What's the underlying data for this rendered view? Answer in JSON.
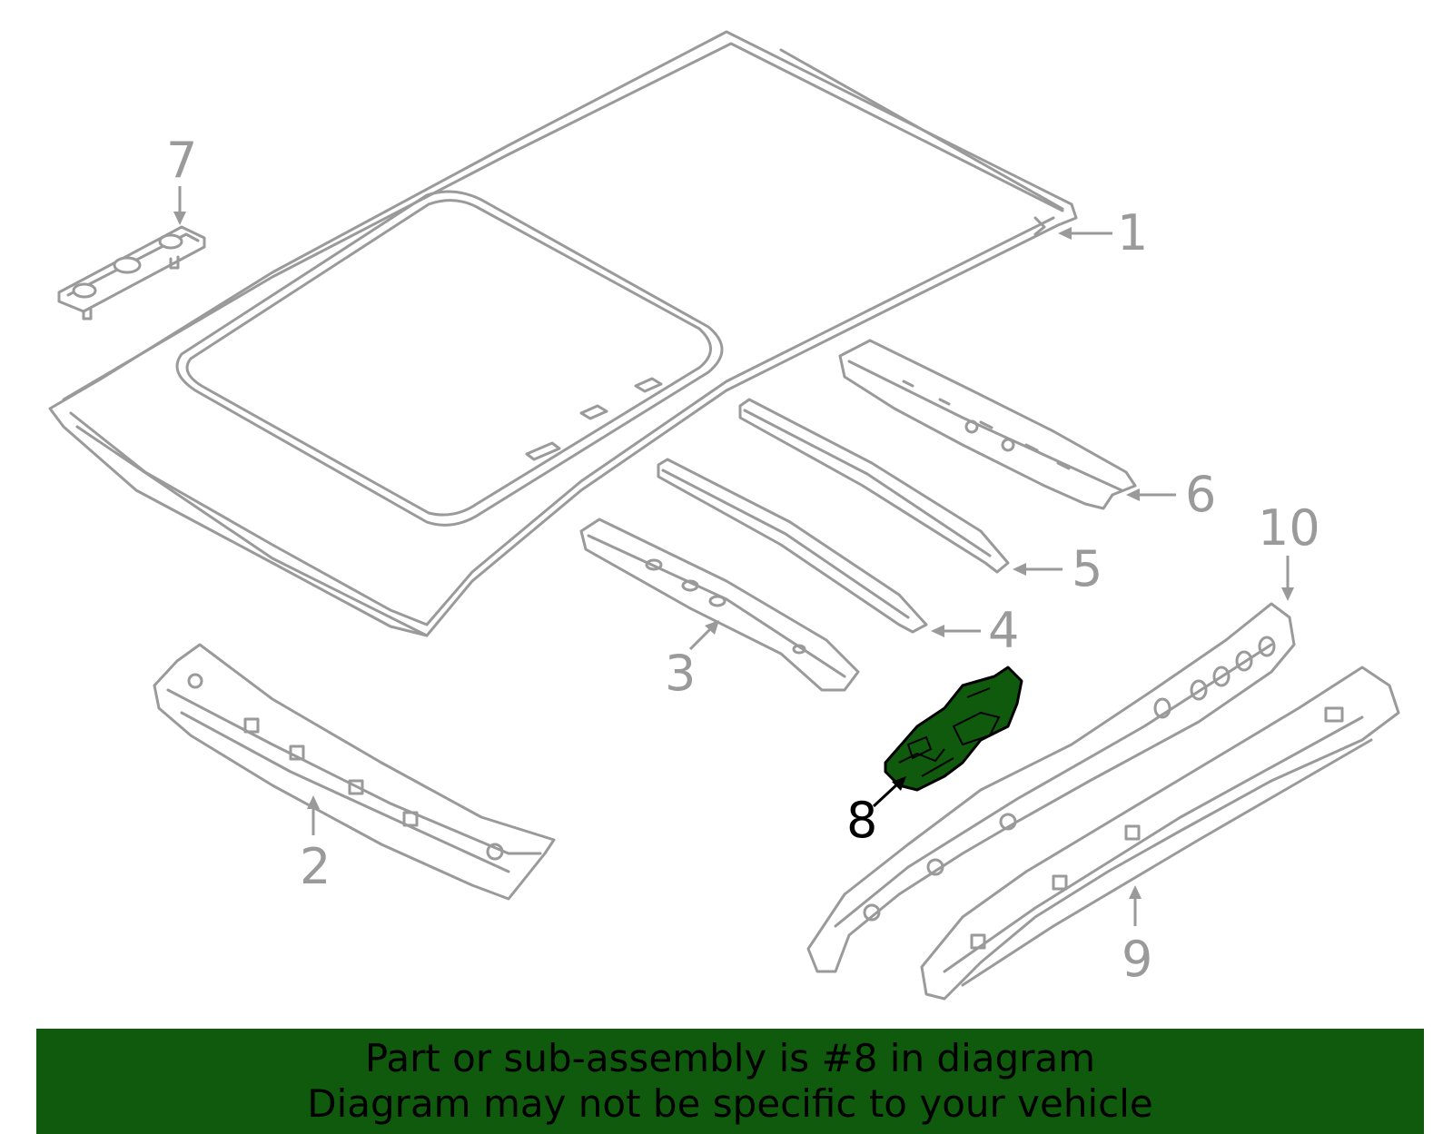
{
  "callouts": {
    "c1": "1",
    "c2": "2",
    "c3": "3",
    "c4": "4",
    "c5": "5",
    "c6": "6",
    "c7": "7",
    "c8": "8",
    "c9": "9",
    "c10": "10"
  },
  "highlighted_part": "8",
  "colors": {
    "outline": "#9a9a9a",
    "highlight_fill": "#0f5a0c",
    "banner_background": "#0f5a0c",
    "banner_text": "#000000"
  },
  "banner": {
    "line1": "Part or sub-assembly is #8 in diagram",
    "line2": "Diagram may not be specific to your vehicle"
  }
}
